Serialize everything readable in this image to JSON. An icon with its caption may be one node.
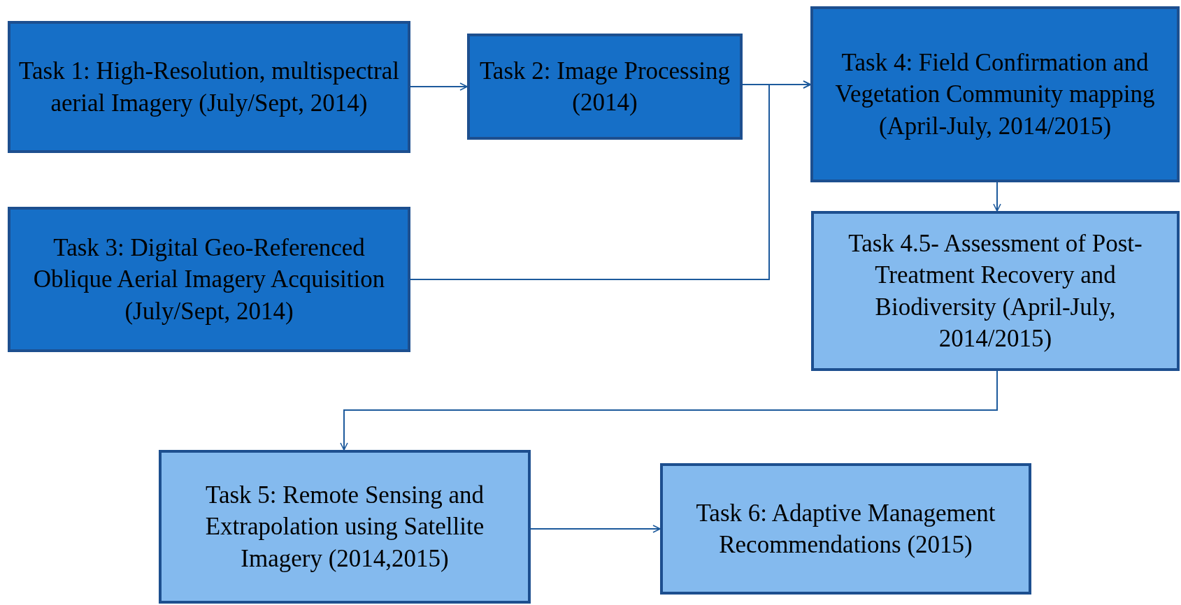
{
  "diagram": {
    "nodes": [
      {
        "text": [
          "Task 1: High-Resolution, multispectral aerial Imagery (July/Sept, 2014)"
        ]
      },
      {
        "text": [
          "Task 2: Image Processing (2014)"
        ]
      },
      {
        "text": [
          "Task 4: Field Confirmation and Vegetation Community mapping (April-July, 2014/2015)"
        ]
      },
      {
        "text": [
          "Task 3: Digital Geo-Referenced Oblique Aerial Imagery Acquisition (July/Sept, 2014)"
        ]
      },
      {
        "text": [
          "Task 4.5- Assessment of Post-Treatment Recovery and Biodiversity (April-July, 2014/2015)"
        ]
      },
      {
        "text": [
          "Task 5: Remote Sensing and Extrapolation using Satellite Imagery (2014,2015)"
        ]
      },
      {
        "text": [
          "Task 6: Adaptive Management Recommendations (2015)"
        ]
      }
    ],
    "edges": [
      {
        "from": 0,
        "to": 1,
        "arrow": "to"
      },
      {
        "from": 1,
        "to": 2,
        "arrow": "to"
      },
      {
        "from": 3,
        "to": 2,
        "arrow": "to"
      },
      {
        "from": 2,
        "to": 4,
        "arrow": "to"
      },
      {
        "from": 4,
        "to": 5,
        "arrow": "to"
      },
      {
        "from": 5,
        "to": 6,
        "arrow": "to"
      }
    ]
  }
}
